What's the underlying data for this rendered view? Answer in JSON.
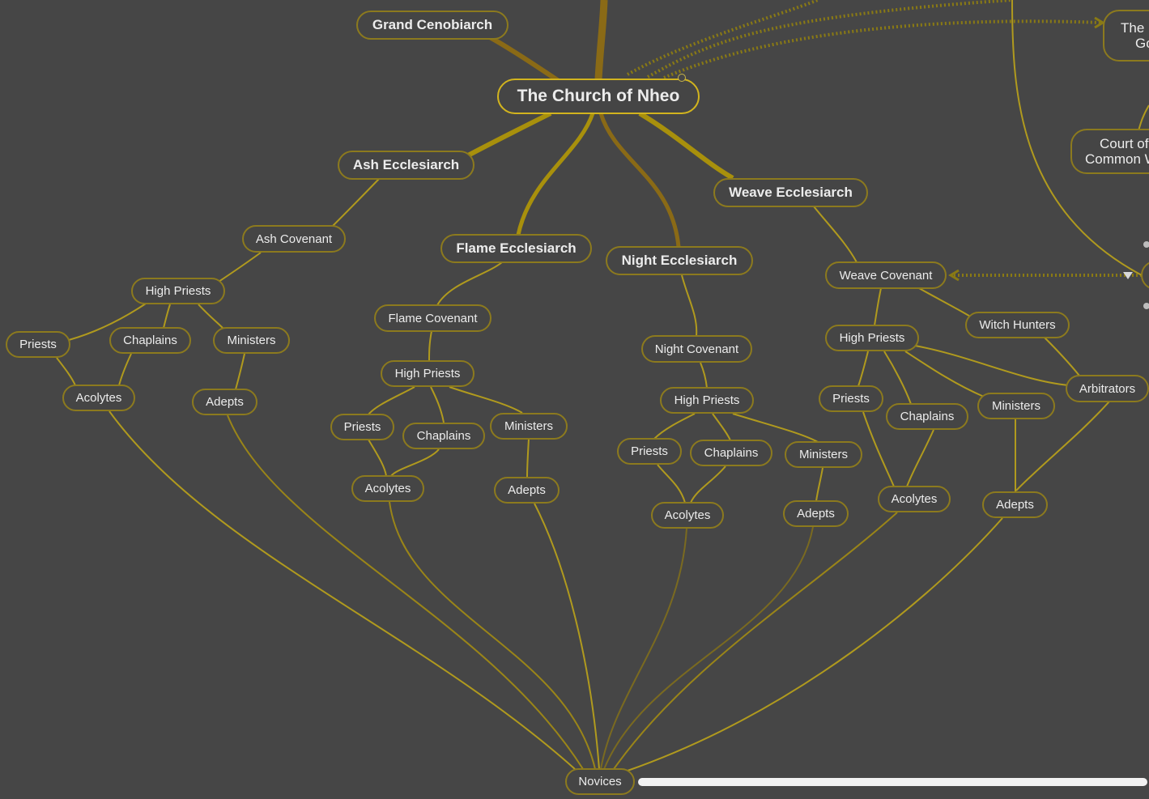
{
  "nodes": {
    "grand_cenobiarch": "Grand Cenobiarch",
    "root": "The Church of Nheo",
    "ash_ecclesiarch": "Ash Ecclesiarch",
    "flame_ecclesiarch": "Flame Ecclesiarch",
    "night_ecclesiarch": "Night Ecclesiarch",
    "weave_ecclesiarch": "Weave Ecclesiarch",
    "ash_covenant": "Ash Covenant",
    "flame_covenant": "Flame Covenant",
    "night_covenant": "Night Covenant",
    "weave_covenant": "Weave Covenant",
    "witch_hunters": "Witch Hunters",
    "arbitrators": "Arbitrators",
    "ash_high_priests": "High Priests",
    "ash_priests": "Priests",
    "ash_chaplains": "Chaplains",
    "ash_ministers": "Ministers",
    "ash_acolytes": "Acolytes",
    "ash_adepts": "Adepts",
    "flame_high_priests": "High Priests",
    "flame_priests": "Priests",
    "flame_chaplains": "Chaplains",
    "flame_ministers": "Ministers",
    "flame_acolytes": "Acolytes",
    "flame_adepts": "Adepts",
    "night_high_priests": "High Priests",
    "night_priests": "Priests",
    "night_chaplains": "Chaplains",
    "night_ministers": "Ministers",
    "night_acolytes": "Acolytes",
    "night_adepts": "Adepts",
    "weave_high_priests": "High Priests",
    "weave_priests": "Priests",
    "weave_chaplains": "Chaplains",
    "weave_ministers": "Ministers",
    "weave_acolytes": "Acolytes",
    "weave_adepts": "Adepts",
    "novices": "Novices",
    "offpage_top_line1": "The",
    "offpage_top_line2": "Go",
    "offpage_court_line1": "Court of",
    "offpage_court_line2": "Common W"
  },
  "colors": {
    "background": "#464646",
    "node_border": "#8c7a1e",
    "root_border": "#d2b41e",
    "thick_branch": "#8a7015",
    "gold_branch": "#a8900c",
    "thin_link": "#b09a1e",
    "dotted_link": "#8a7a14"
  }
}
